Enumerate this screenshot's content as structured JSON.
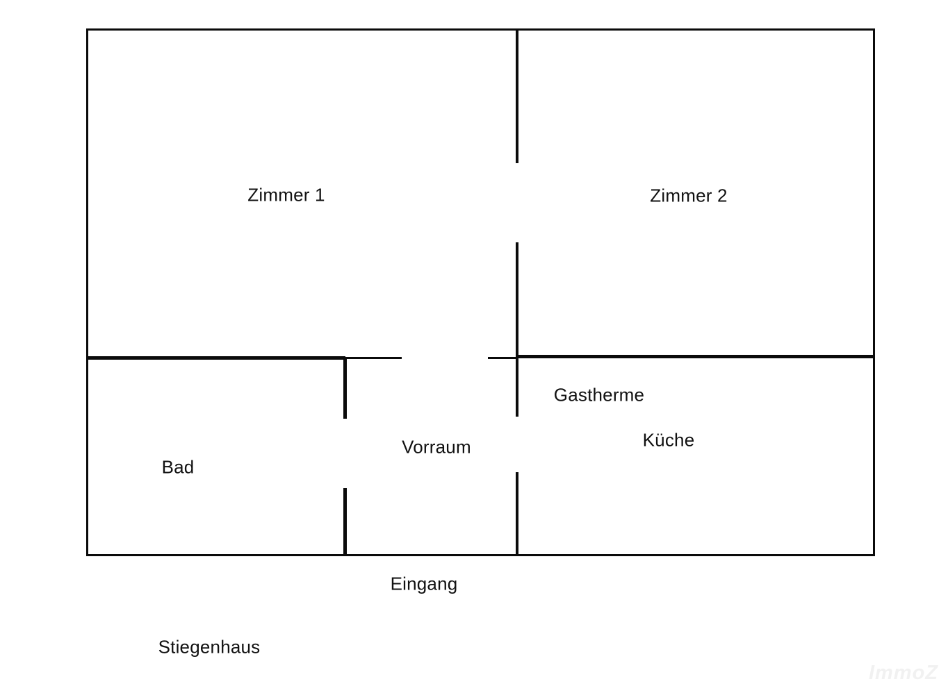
{
  "floorplan": {
    "rooms": {
      "zimmer1": "Zimmer 1",
      "zimmer2": "Zimmer 2",
      "bad": "Bad",
      "vorraum": "Vorraum",
      "kueche": "Küche",
      "gastherme": "Gastherme"
    },
    "outside_labels": {
      "eingang": "Eingang",
      "stiegenhaus": "Stiegenhaus"
    },
    "watermark": {
      "immo": "Immo",
      "z": "Z",
      "color": "#f1f1f1"
    },
    "colors": {
      "wall": "#0b0b0b",
      "background": "#ffffff",
      "label_text": "#111111"
    }
  }
}
